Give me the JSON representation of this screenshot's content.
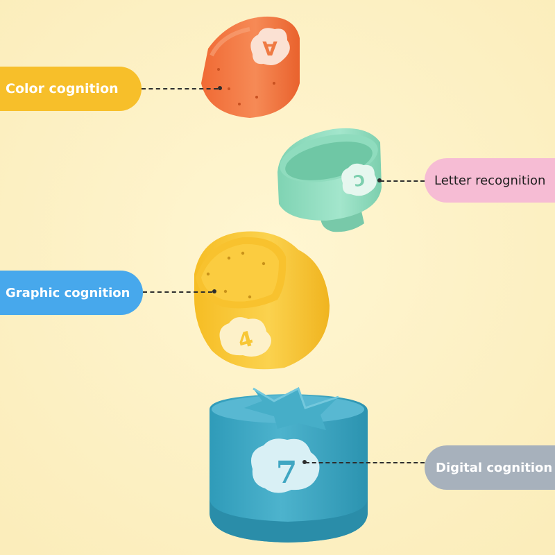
{
  "labels": {
    "color": "Color cognition",
    "letter": "Letter recognition",
    "graphic": "Graphic cognition",
    "digital": "Digital cognition"
  },
  "cup_symbols": {
    "orange": "A",
    "green": "C",
    "yellow": "4",
    "blue": "7"
  },
  "colors": {
    "background": "#fdf3c8",
    "color_pill": "#f7bf2a",
    "letter_pill": "#f6bcd4",
    "graphic_pill": "#47a8ec",
    "digital_pill": "#a7b1bc",
    "orange_cup": "#ef7a43",
    "green_cup": "#8fdcbe",
    "yellow_cup": "#f7c737",
    "blue_cup": "#3fa6c2"
  }
}
